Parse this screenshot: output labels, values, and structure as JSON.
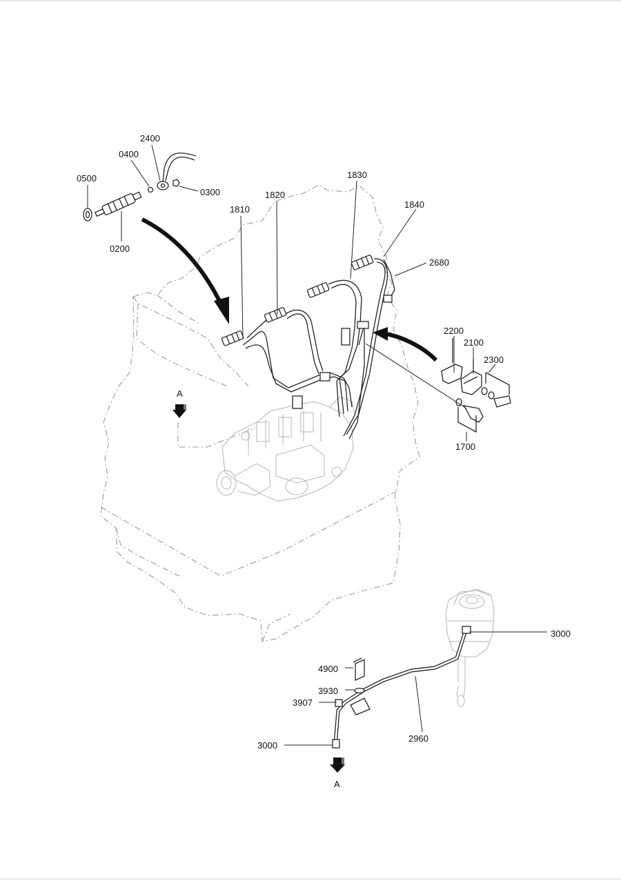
{
  "labels": {
    "p0500": "0500",
    "p0400": "0400",
    "p2400": "2400",
    "p0300": "0300",
    "p0200": "0200",
    "p1810": "1810",
    "p1820": "1820",
    "p1830": "1830",
    "p1840": "1840",
    "p2680": "2680",
    "p2200": "2200",
    "p2100": "2100",
    "p2300": "2300",
    "p1700": "1700",
    "p3000_top": "3000",
    "p4900": "4900",
    "p3930": "3930",
    "p3907": "3907",
    "p3000_bottom": "3000",
    "p2960": "2960",
    "view_a_top": "A",
    "view_a_bottom": "A"
  }
}
